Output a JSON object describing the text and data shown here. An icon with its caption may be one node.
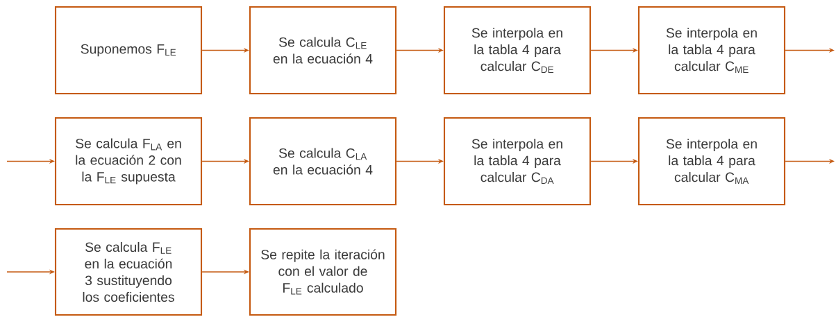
{
  "diagram": {
    "nodes": [
      {
        "text": [
          "Suponemos F$_{LE}$"
        ]
      },
      {
        "text": [
          "Se calcula C$_{LE}$ en la ecuación 4"
        ]
      },
      {
        "text": [
          "Se interpola en la tabla 4 para calcular C$_{DE}$"
        ]
      },
      {
        "text": [
          "Se interpola en la tabla 4 para calcular C$_{ME}$"
        ]
      },
      {
        "text": [
          "Se calcula F$_{LA}$ en la ecuación 2 con la F$_{LE}$ supuesta"
        ]
      },
      {
        "text": [
          "Se calcula C$_{LA}$ en la ecuación 4"
        ]
      },
      {
        "text": [
          "Se interpola en la tabla 4 para calcular C$_{DA}$"
        ]
      },
      {
        "text": [
          "Se interpola en la tabla 4 para calcular C$_{MA}$"
        ]
      },
      {
        "text": [
          "Se calcula F$_{LE}$ en la ecuación 3 sustituyendo los coeficientes"
        ]
      },
      {
        "text": [
          "Se repite la iteración con el valor de F$_{LE}$ calculado"
        ]
      }
    ],
    "edges": [
      {
        "from": 0,
        "to": 1,
        "arrow": "to"
      },
      {
        "from": 1,
        "to": 2,
        "arrow": "to"
      },
      {
        "from": 2,
        "to": 3,
        "arrow": "to"
      },
      {
        "from": 3,
        "to": null,
        "arrow": "to"
      },
      {
        "from": null,
        "to": 4,
        "arrow": "to"
      },
      {
        "from": 4,
        "to": 5,
        "arrow": "to"
      },
      {
        "from": 5,
        "to": 6,
        "arrow": "to"
      },
      {
        "from": 6,
        "to": 7,
        "arrow": "to"
      },
      {
        "from": 7,
        "to": null,
        "arrow": "to"
      },
      {
        "from": null,
        "to": 8,
        "arrow": "to"
      },
      {
        "from": 8,
        "to": 9,
        "arrow": "to"
      }
    ]
  }
}
